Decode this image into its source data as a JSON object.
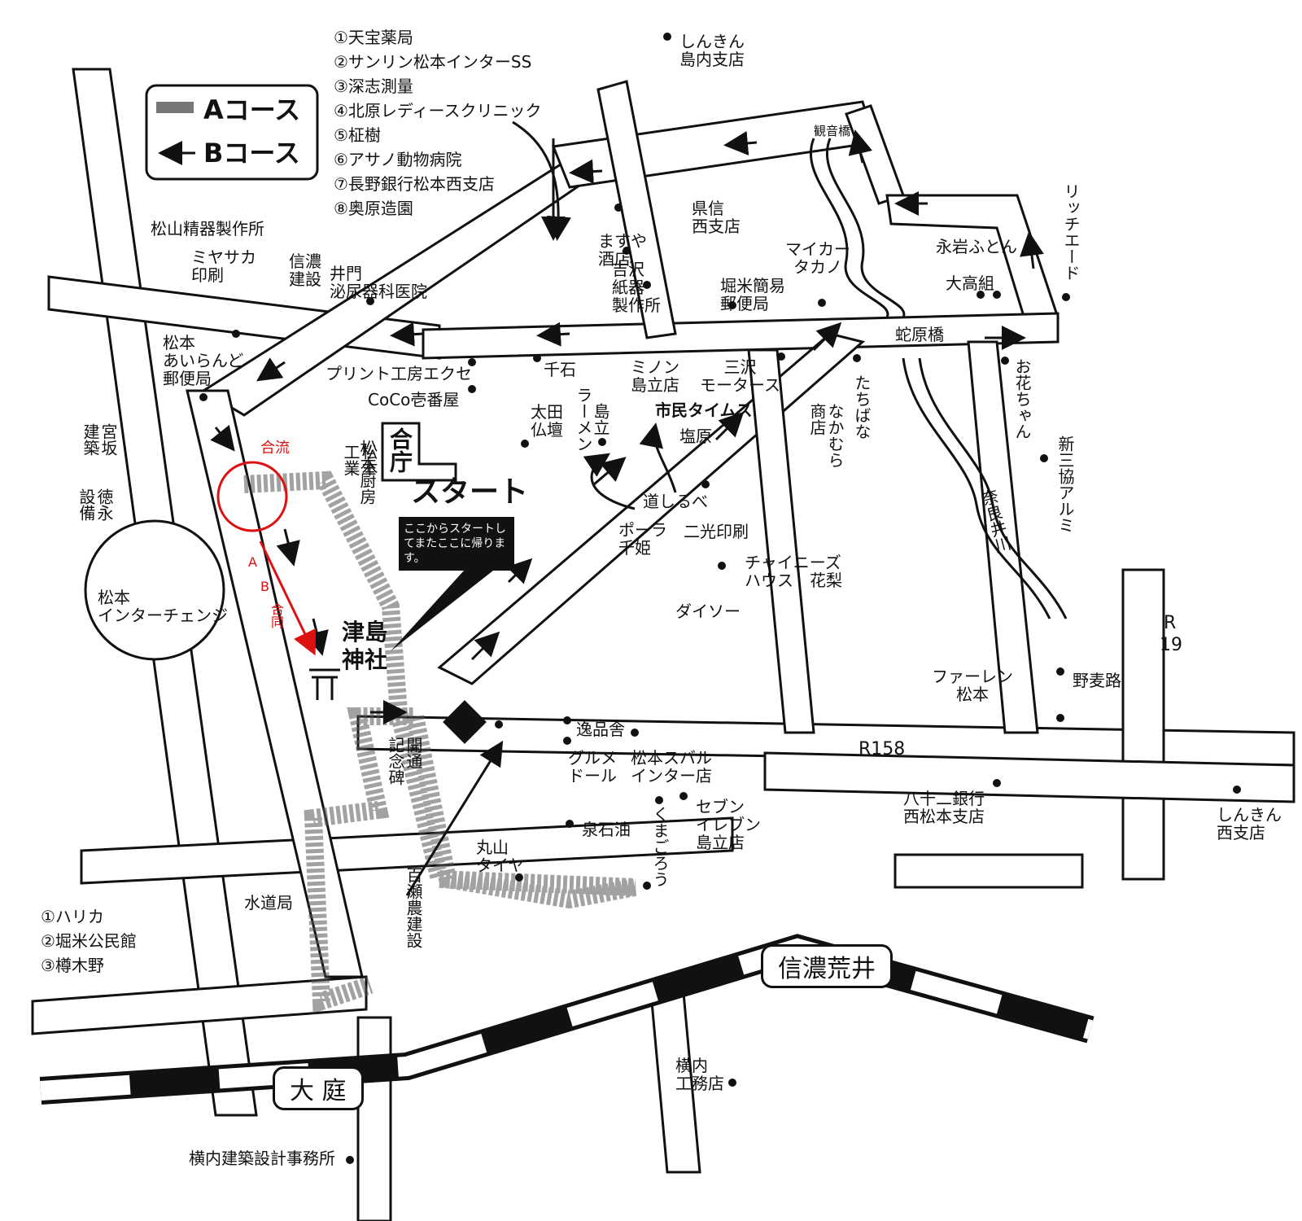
{
  "legend": {
    "course_a": "Aコース",
    "course_b": "Bコース"
  },
  "top_list": [
    "①天宝薬局",
    "②サンリン松本インターSS",
    "③深志測量",
    "④北原レディースクリニック",
    "⑤柾樹",
    "⑥アサノ動物病院",
    "⑦長野銀行松本西支店",
    "⑧奥原造園"
  ],
  "bottom_list": [
    "①ハリカ",
    "②堀米公民館",
    "③樽木野"
  ],
  "start": {
    "title": "スタート",
    "note": "ここからスタートしてまたここに帰ります。"
  },
  "merge": {
    "label": "合流",
    "course_letters": [
      "A",
      "B"
    ],
    "merge_text": "合同"
  },
  "stations": {
    "oniwa": "大 庭",
    "shinano_arai": "信濃荒井"
  },
  "routes": {
    "r158": "R158",
    "r19_r": "R",
    "r19_n": "19"
  },
  "labels": {
    "shinkin_shimauchi": "しんきん\n島内支店",
    "kanonbashi": "観音橋",
    "ritchi_ed": "リッチエード",
    "kenshin": "県信\n西支店",
    "masuya": "ますや\n酒店",
    "yoshizawa": "吉沢\n紙器\n製作所",
    "mycar": "マイカー\nタカノ",
    "horigome_post": "堀米簡易\n郵便局",
    "nagaiwa": "永岩ふとん",
    "ootaka": "大高組",
    "jabarabashi": "蛇原橋",
    "matsuyama": "松山精器製作所",
    "miyasaka_print": "ミヤサカ\n印刷",
    "shinano_kensetsu": "信濃\n建設",
    "imon": "井門\n泌尿器科医院",
    "matsumoto_airando": "松本\nあいらんど\n郵便局",
    "print_koubou": "プリント工房エクセ",
    "coco": "CoCo壱番屋",
    "chigoku": "千石",
    "minon": "ミノン\n島立店",
    "misawa": "三沢\nモータース",
    "ota": "太田\n仏壇",
    "ramen": "ラーメン",
    "shimadachi": "島立",
    "shimin_times": "市民タイムス",
    "shiobara": "塩原",
    "tachibana": "たちばな",
    "nakamura": "なかむら\n商店",
    "ohanachan": "お花ちゃん",
    "shinsan": "新三協アルミ",
    "narai": "奈良井川",
    "miyasaka_ken": "宮坂\n建築",
    "tokunaga": "徳永\n設備",
    "ic": "松本\nインターチェンジ",
    "goucho": "合庁",
    "matsumoto_kousha": "松本\n工業",
    "matsumoto_chubou": "松本厨房",
    "michishirube": "道しるべ",
    "pola": "ポーラ\n千姫",
    "nikko": "二光印刷",
    "chinese": "チャイニーズ\nハウス　花梨",
    "daiso": "ダイソー",
    "tsushima": "津島\n神社",
    "kaitsu": "開通\n記念碑",
    "ippin": "逸品舎",
    "gourmet": "グルメ\nドール",
    "subaru": "松本スバル\nインター店",
    "farren": "ファーレン\n松本",
    "nomugi": "野麦路",
    "hachijuni": "八十二銀行\n西松本支店",
    "shinkin_nishi": "しんきん\n西支店",
    "sennishi": "泉石油",
    "kumagoro": "くまごろう",
    "seven": "セブン\nイレブン\n島立店",
    "maruyama": "丸山\nタイヤ",
    "suido": "水道局",
    "momose": "百瀬農建設",
    "yokouchi_koumu": "横内\n工務店",
    "yokouchi_kenchiku": "横内建築設計事務所"
  }
}
